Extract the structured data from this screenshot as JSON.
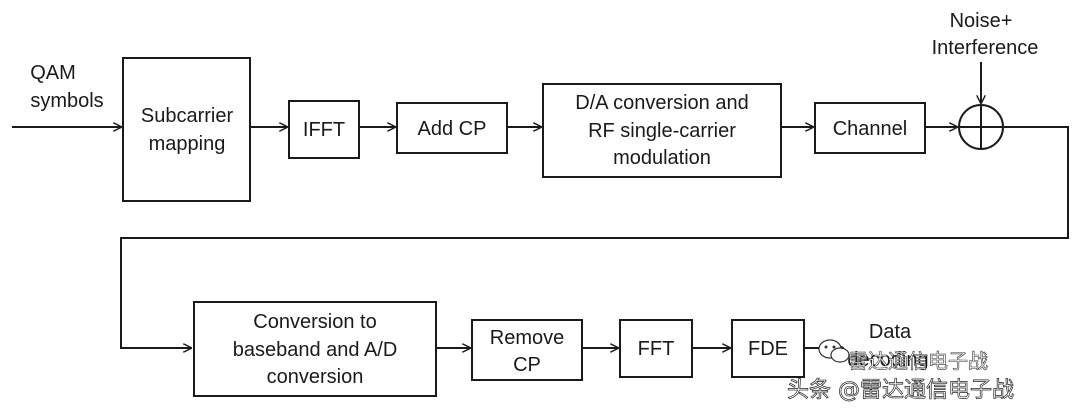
{
  "input_label": [
    "QAM",
    "symbols"
  ],
  "noise_label": [
    "Noise+",
    "Interference"
  ],
  "output_label": [
    "Data",
    "decoding"
  ],
  "blocks": {
    "subcarrier_mapping": [
      "Subcarrier",
      "mapping"
    ],
    "ifft": [
      "IFFT"
    ],
    "add_cp": [
      "Add CP"
    ],
    "da_conversion": [
      "D/A conversion and",
      "RF single-carrier",
      "modulation"
    ],
    "channel": [
      "Channel"
    ],
    "conversion_baseband": [
      "Conversion to",
      "baseband and A/D",
      "conversion"
    ],
    "remove_cp": [
      "Remove",
      "CP"
    ],
    "fft": [
      "FFT"
    ],
    "fde": [
      "FDE"
    ]
  },
  "watermark": {
    "line1": "雷达通信电子战",
    "line2": "头条 @雷达通信电子战"
  }
}
